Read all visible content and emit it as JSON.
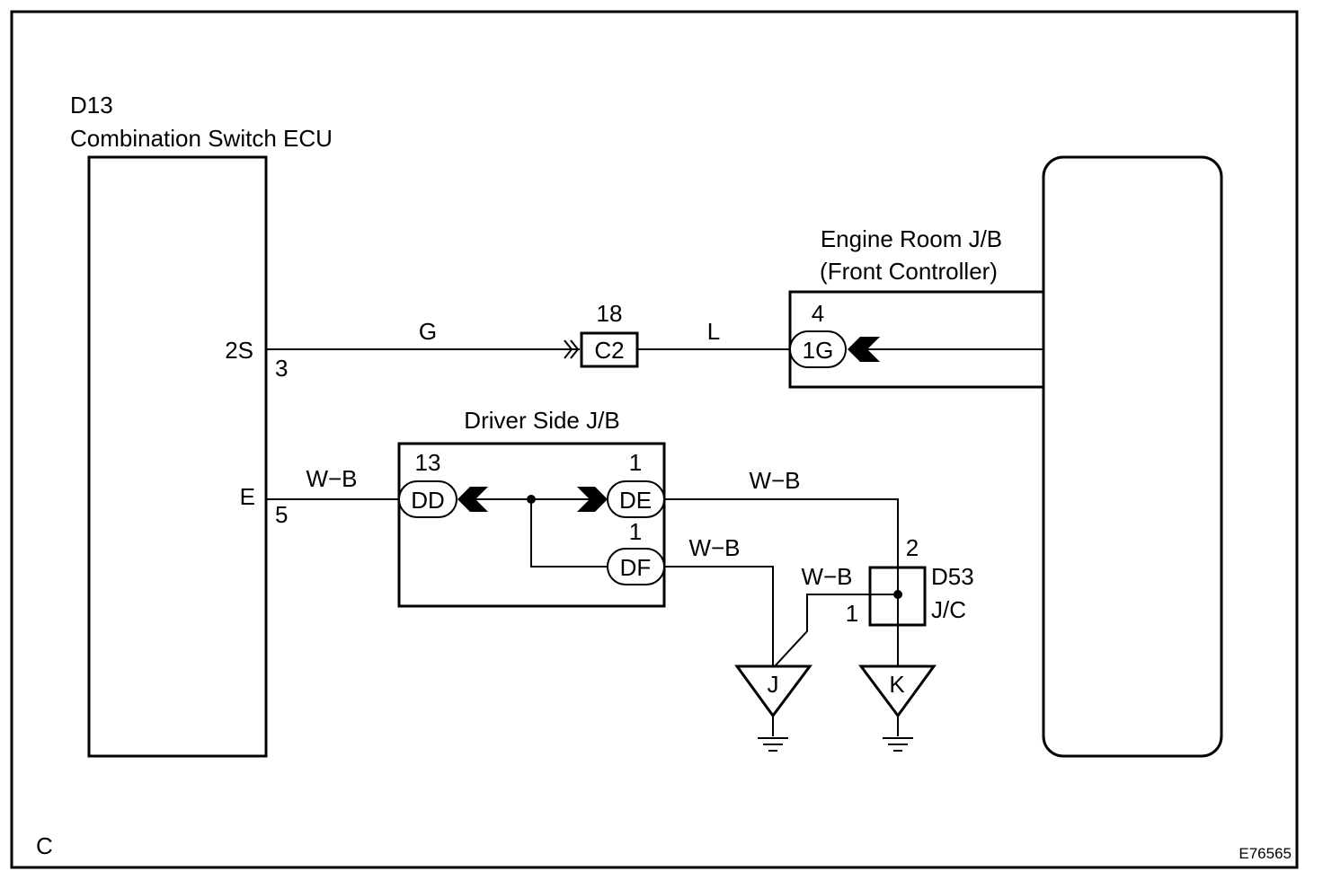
{
  "sheet": {
    "corner_label": "C",
    "figure_id": "E76565"
  },
  "ecu": {
    "code": "D13",
    "name": "Combination Switch ECU",
    "pin_2s_name": "2S",
    "pin_2s_num": "3",
    "pin_e_name": "E",
    "pin_e_num": "5"
  },
  "engine_room_jb": {
    "title_line1": "Engine Room J/B",
    "title_line2": "(Front Controller)",
    "connector": "1G",
    "pin": "4"
  },
  "inline_connector": {
    "code": "C2",
    "pin": "18"
  },
  "driver_side_jb": {
    "title": "Driver Side J/B",
    "connector_dd": "DD",
    "pin_dd": "13",
    "connector_de": "DE",
    "pin_de": "1",
    "connector_df": "DF",
    "pin_df": "1"
  },
  "junction_connector": {
    "code": "D53",
    "type": "J/C",
    "pin_top": "2",
    "pin_left": "1"
  },
  "wires": {
    "ecu_to_c2": "G",
    "c2_to_1g": "L",
    "ecu_to_dd": "W−B",
    "de_to_jc": "W−B",
    "df_to_ground_j": "W−B",
    "jc_to_ground_j": "W−B"
  },
  "grounds": {
    "ground_j": "J",
    "ground_k": "K"
  }
}
